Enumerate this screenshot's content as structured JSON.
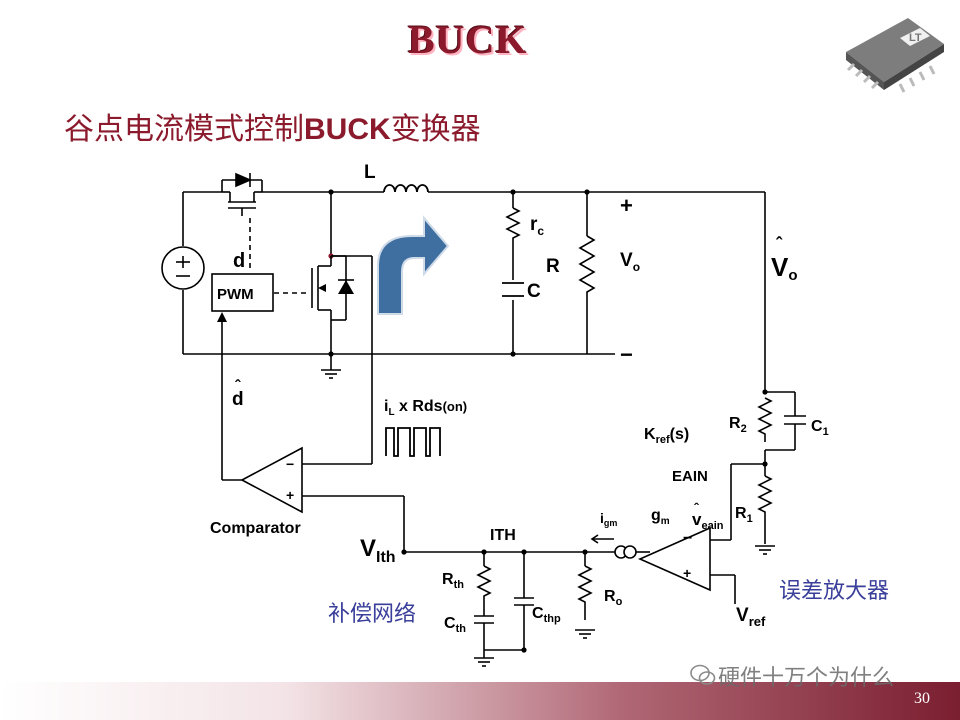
{
  "slide": {
    "title": "BUCK",
    "subtitle_cjk1": "谷点电流模式控制",
    "subtitle_ascii": "BUCK",
    "subtitle_cjk2": "变换器",
    "page_number": "30",
    "watermark": "硬件十万个为什么"
  },
  "labels": {
    "inductor": "L",
    "duty": "d",
    "pwm": "PWM",
    "esr": "r",
    "esr_sub": "c",
    "load": "R",
    "cap": "C",
    "vo": "V",
    "vo_sub": "o",
    "vo_hat": "V",
    "vo_hat_sub": "o",
    "plus": "+",
    "minus": "−",
    "d_hat": "d",
    "sense_i": "i",
    "sense_i_sub": "L",
    "sense_rest": " x Rds",
    "sense_on": "(on)",
    "kref": "K",
    "kref_sub": "ref",
    "kref_s": "(s)",
    "r2": "R",
    "r2_sub": "2",
    "c1": "C",
    "c1_sub": "1",
    "eain": "EAIN",
    "r1": "R",
    "r1_sub": "1",
    "gm": "g",
    "gm_sub": "m",
    "igm": "i",
    "igm_sub": "gm",
    "veain": "v",
    "veain_sub": "eain",
    "comparator": "Comparator",
    "vith": "V",
    "vith_sub": "Ith",
    "ith": "ITH",
    "rth": "R",
    "rth_sub": "th",
    "cth": "C",
    "cth_sub": "th",
    "cthp": "C",
    "cthp_sub": "thp",
    "ro": "R",
    "ro_sub": "o",
    "vref": "V",
    "vref_sub": "ref",
    "comp_network": "补偿网络",
    "error_amp": "误差放大器"
  },
  "colors": {
    "title": "#8b1a2c",
    "arrow": "#3f6fa0",
    "cjk_note": "#3a3f9a"
  },
  "icons": [
    "chip-logo-icon",
    "wechat-icon"
  ]
}
